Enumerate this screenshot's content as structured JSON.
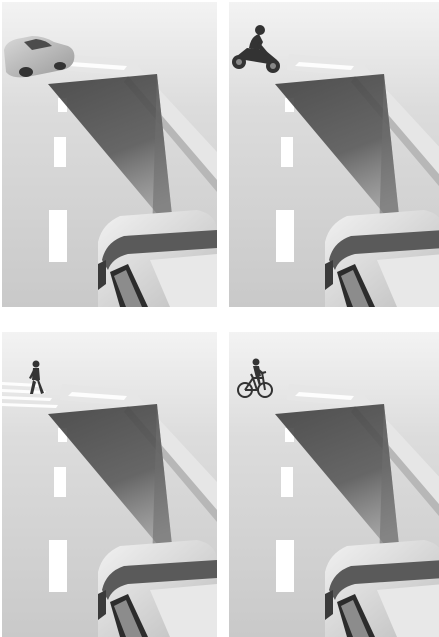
{
  "figure": {
    "panels": [
      {
        "id": "panel-1",
        "target": "car",
        "target_icon": "car-icon"
      },
      {
        "id": "panel-2",
        "target": "motorcycle",
        "target_icon": "motorcycle-icon"
      },
      {
        "id": "panel-3",
        "target": "pedestrian",
        "target_icon": "pedestrian-icon"
      },
      {
        "id": "panel-4",
        "target": "bicycle",
        "target_icon": "bicycle-icon"
      }
    ],
    "colors": {
      "background": "#dcdcdc",
      "road": "#cfcfcf",
      "lane_marking": "#ffffff",
      "detection_beam": "#4a4a4a",
      "vehicle": "#b9b9b9",
      "silhouette": "#3a3a3a"
    }
  }
}
